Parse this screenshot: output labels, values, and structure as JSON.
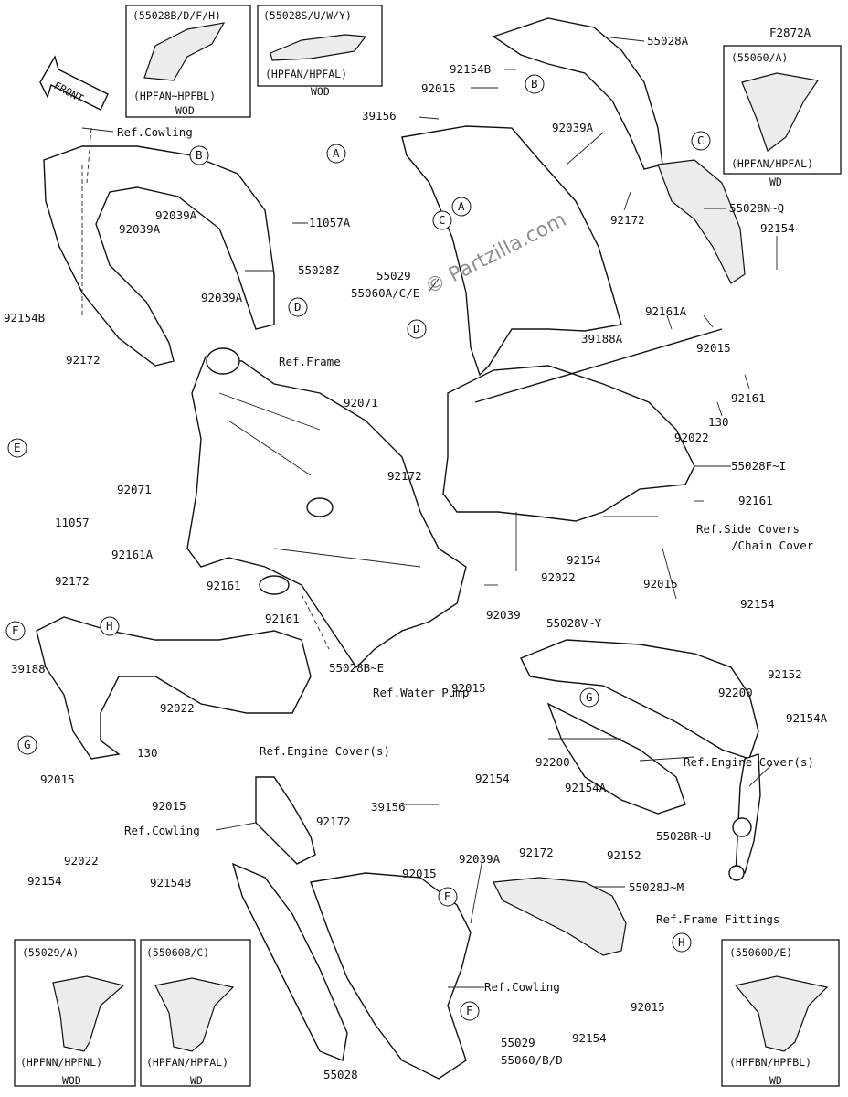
{
  "diagram": {
    "figure_code": "F2872A",
    "watermark": "© Partzilla.com",
    "front_arrow": "FRONT"
  },
  "callout_boxes": [
    {
      "code": "(55028B/D/F/H)",
      "models": "(HPFAN~HPFBL)",
      "region": "WOD"
    },
    {
      "code": "(55028S/U/W/Y)",
      "models": "(HPFAN/HPFAL)",
      "region": "WOD"
    },
    {
      "code": "(55060/A)",
      "models": "(HPFAN/HPFAL)",
      "region": "WD"
    },
    {
      "code": "(55029/A)",
      "models": "(HPFNN/HPFNL)",
      "region": "WOD"
    },
    {
      "code": "(55060B/C)",
      "models": "(HPFAN/HPFAL)",
      "region": "WD"
    },
    {
      "code": "(55060D/E)",
      "models": "(HPFBN/HPFBL)",
      "region": "WD"
    }
  ],
  "part_labels": [
    "55028A",
    "92154B",
    "92015",
    "39156",
    "92039A",
    "55028N~Q",
    "92154",
    "92172",
    "Ref.Cowling",
    "11057A",
    "55028Z",
    "92154B",
    "92039A",
    "92039A",
    "92039A",
    "55029",
    "55060A/C/E",
    "92161A",
    "39188A",
    "92015",
    "92161",
    "130",
    "Ref.Frame",
    "92172",
    "11057",
    "92071",
    "92172",
    "92022",
    "55028F~I",
    "92161",
    "Ref.Side Covers",
    "/Chain Cover",
    "92071",
    "92161A",
    "92154",
    "92022",
    "92015",
    "92172",
    "92161",
    "92161",
    "39188",
    "55028B~E",
    "92039",
    "55028V~Y",
    "92154",
    "92200",
    "92152",
    "92154A",
    "92015",
    "Ref.Water Pump",
    "92022",
    "130",
    "Ref.Engine Cover(s)",
    "92015",
    "92200",
    "92154",
    "Ref.Engine Cover(s)",
    "92154A",
    "92152",
    "55028R~U",
    "92015",
    "92154",
    "92022",
    "Ref.Cowling",
    "92172",
    "39156",
    "92015",
    "92154B",
    "92039A",
    "92172",
    "55028J~M",
    "Ref.Frame Fittings",
    "Ref.Cowling",
    "92015",
    "92154",
    "55029",
    "55060/B/D",
    "55028"
  ],
  "callouts": [
    "A",
    "B",
    "C",
    "D",
    "E",
    "F",
    "G",
    "H"
  ]
}
